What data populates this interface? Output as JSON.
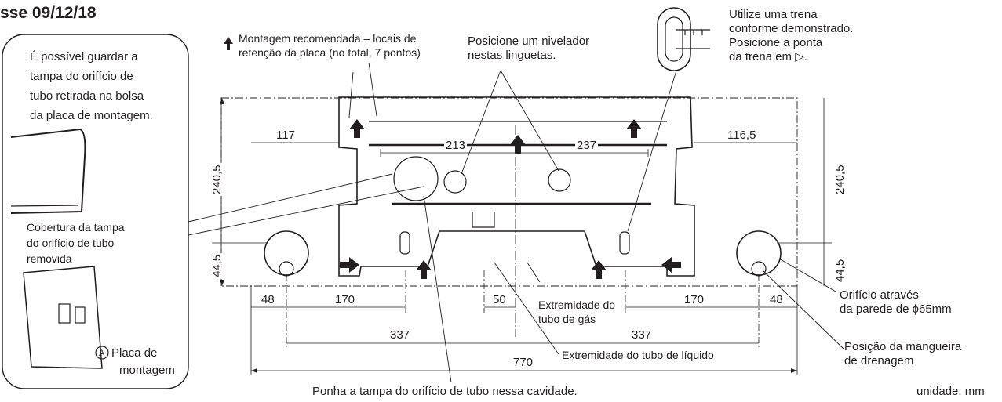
{
  "title": "sse 09/12/18",
  "note_box": [
    "É possível guardar a",
    "tampa do orifício de",
    "tubo retirada na bolsa",
    "da placa de montagem."
  ],
  "cover_label": [
    "Cobertura da tampa",
    "do orifício de tubo",
    "removida"
  ],
  "plate_label": [
    "Placa de",
    "montagem"
  ],
  "plate_marker": "A",
  "top_left_label": [
    "Montagem recomendada – locais de",
    "retenção da placa (no total, 7 pontos)"
  ],
  "level_label": [
    "Posicione um nivelador",
    "nestas linguetas."
  ],
  "tape_label": [
    "Utilize uma trena",
    "conforme demonstrado.",
    "Posicione a ponta",
    "da trena em ▷."
  ],
  "hole_label": [
    "Orifício através",
    "da parede de ϕ65mm"
  ],
  "drain_label": [
    "Posição da mangueira",
    "de drenagem"
  ],
  "gas_label": [
    "Extremidade do",
    "tubo de gás"
  ],
  "liquid_label": "Extremidade do tubo de líquido",
  "cavity_label": "Ponha a tampa do orifício de tubo nessa cavidade.",
  "unit_label": "unidade: mm",
  "dims": {
    "d117": "117",
    "d213": "213",
    "d237": "237",
    "d1165": "116,5",
    "d2405l": "240,5",
    "d2405r": "240,5",
    "d445l": "44,5",
    "d445r": "44,5",
    "d48l": "48",
    "d170l": "170",
    "d50": "50",
    "d170r": "170",
    "d48r": "48",
    "d337l": "337",
    "d337r": "337",
    "d770": "770"
  }
}
